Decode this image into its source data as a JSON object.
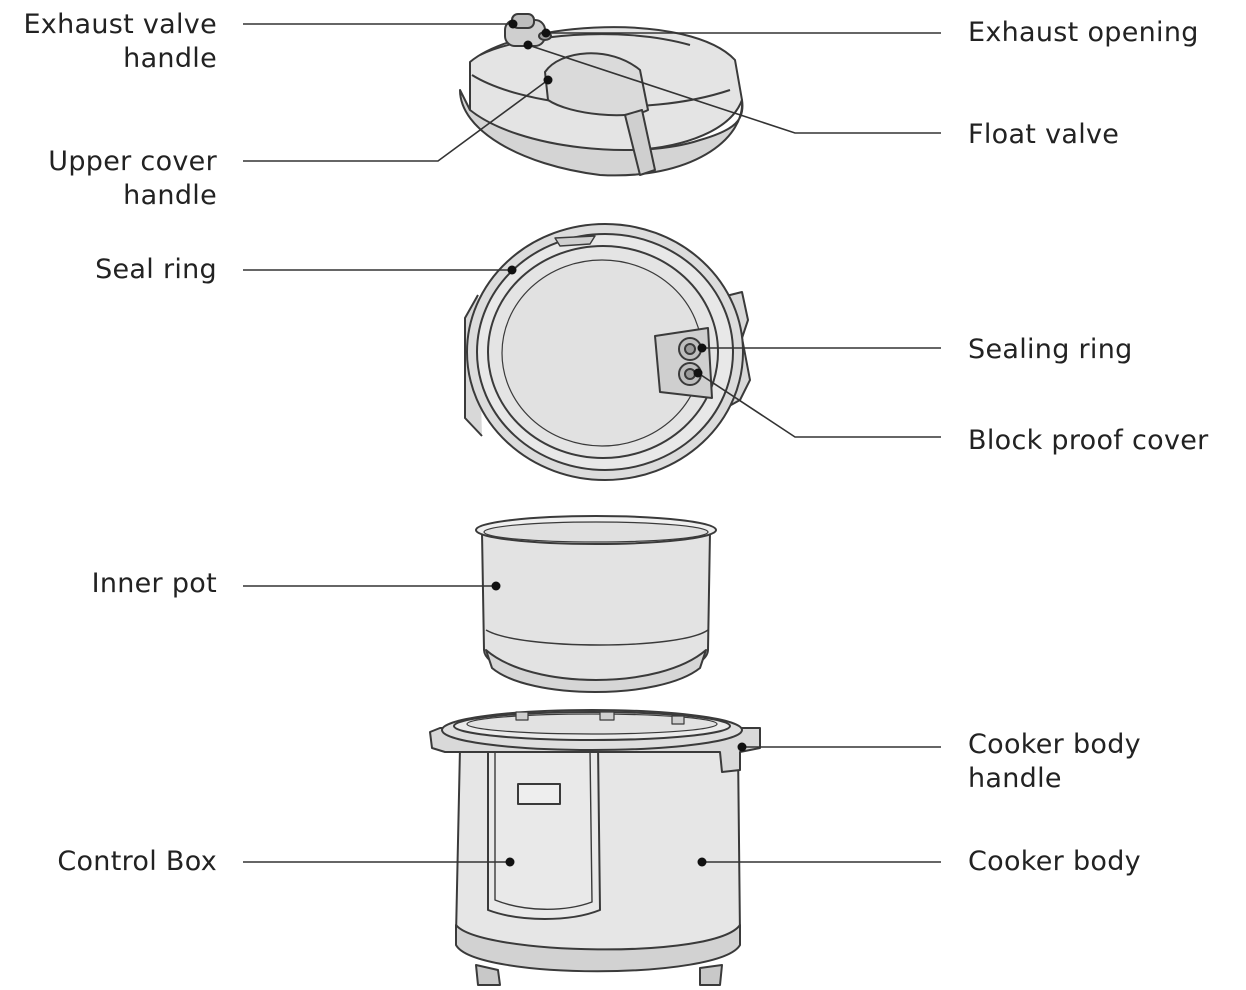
{
  "labels": {
    "exhaust_valve_handle": [
      "Exhaust valve",
      "handle"
    ],
    "upper_cover_handle": [
      "Upper cover",
      "handle"
    ],
    "seal_ring": "Seal ring",
    "inner_pot": "Inner pot",
    "control_box": "Control Box",
    "exhaust_opening": "Exhaust opening",
    "float_valve": "Float valve",
    "sealing_ring": "Sealing ring",
    "block_proof_cover": "Block proof cover",
    "cooker_body_handle": [
      "Cooker body",
      "handle"
    ],
    "cooker_body": "Cooker body"
  },
  "colors": {
    "outline": "#3a3a3a",
    "fill": "#e4e4e4",
    "leader": "#333333",
    "text": "#222222"
  }
}
